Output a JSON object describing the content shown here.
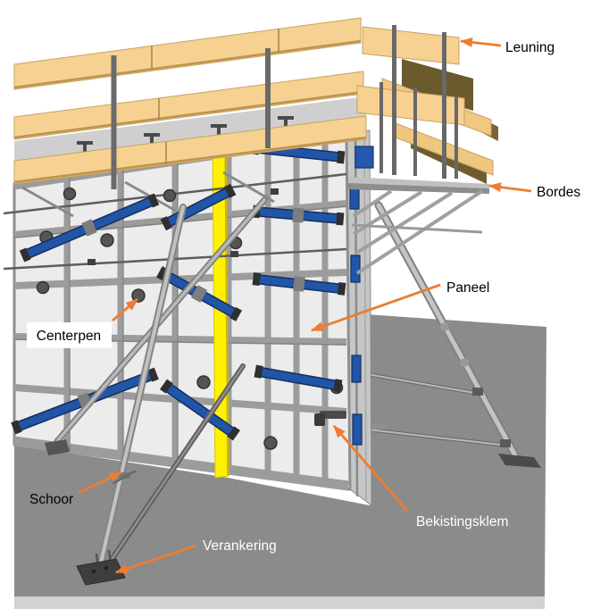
{
  "labels": {
    "leuning": {
      "text": "Leuning",
      "text_color": "#000000"
    },
    "bordes": {
      "text": "Bordes",
      "text_color": "#000000"
    },
    "paneel": {
      "text": "Paneel",
      "text_color": "#000000"
    },
    "centerpen": {
      "text": "Centerpen",
      "text_color": "#000000",
      "background": "#FFFFFF"
    },
    "schoor": {
      "text": "Schoor",
      "text_color": "#000000"
    },
    "bekistingsklem": {
      "text": "Bekistingsklem",
      "text_color": "#FFFFFF"
    },
    "verankering": {
      "text": "Verankering",
      "text_color": "#FFFFFF"
    }
  },
  "colors": {
    "background": "#FFFFFF",
    "arrow": "#ED7D31",
    "wood_plank": "#F6D192",
    "wood_dark": "#6B5A2E",
    "clamp_blue": "#2155A8",
    "filler_yellow": "#FFF100",
    "ground": "#8B8B8B",
    "ground_edge": "#D2D2D2",
    "panel_face": "#ECECEC",
    "panel_frame": "#9C9C9C",
    "steel": "#B5B5B5"
  }
}
